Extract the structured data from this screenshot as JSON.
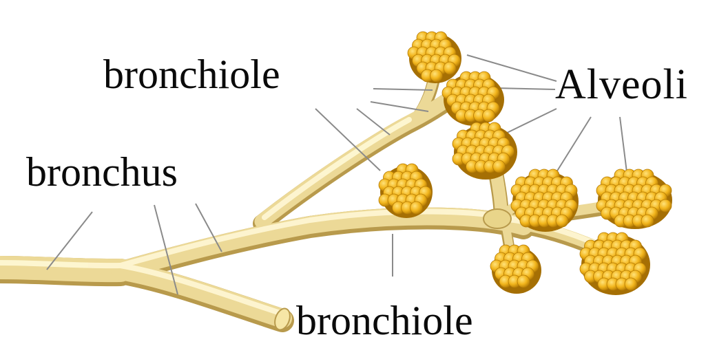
{
  "labels": {
    "bronchiole_top": "bronchiole",
    "alveoli": "Alveoli",
    "bronchus": "bronchus",
    "bronchiole_bottom": "bronchiole"
  },
  "colors": {
    "tube_light": "#fbf0b8",
    "tube_mid": "#e9d58a",
    "tube_dark": "#b89a4c",
    "alveolus_light": "#ffd95a",
    "alveolus_mid": "#f2b51c",
    "alveolus_dark": "#b37a05",
    "leader_line": "#8a8a8a"
  }
}
